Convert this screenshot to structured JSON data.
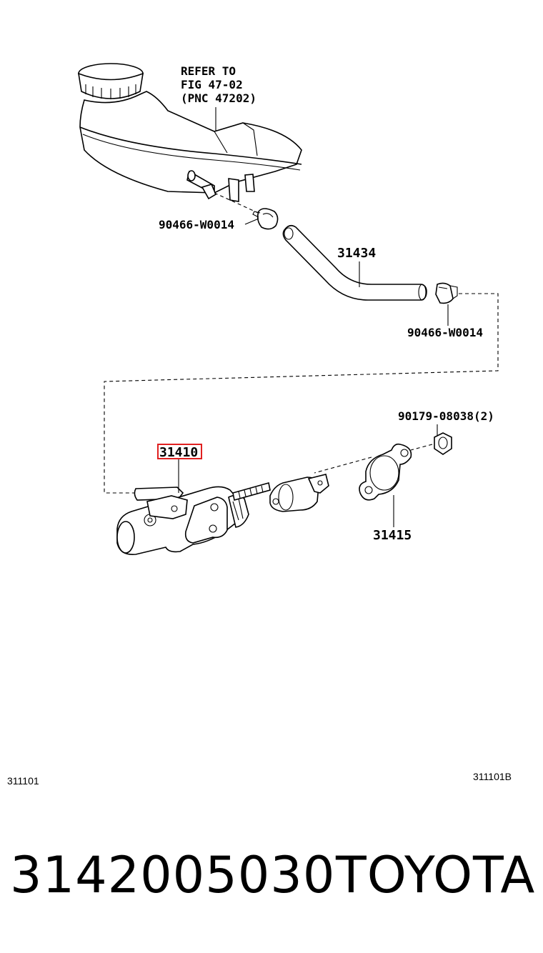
{
  "diagram": {
    "refer_note": [
      "REFER TO",
      "FIG 47-02",
      "(PNC 47202)"
    ],
    "labels": {
      "clamp_upper": "90466-W0014",
      "hose": "31434",
      "clamp_right": "90466-W0014",
      "nut": "90179-08038(2)",
      "master_cylinder": "31410",
      "gasket": "31415"
    },
    "ref_left": "311101",
    "ref_right": "311101B",
    "highlight_color": "#e02020"
  },
  "footer": {
    "part_number": "3142005030",
    "brand": "TOYOTA"
  }
}
